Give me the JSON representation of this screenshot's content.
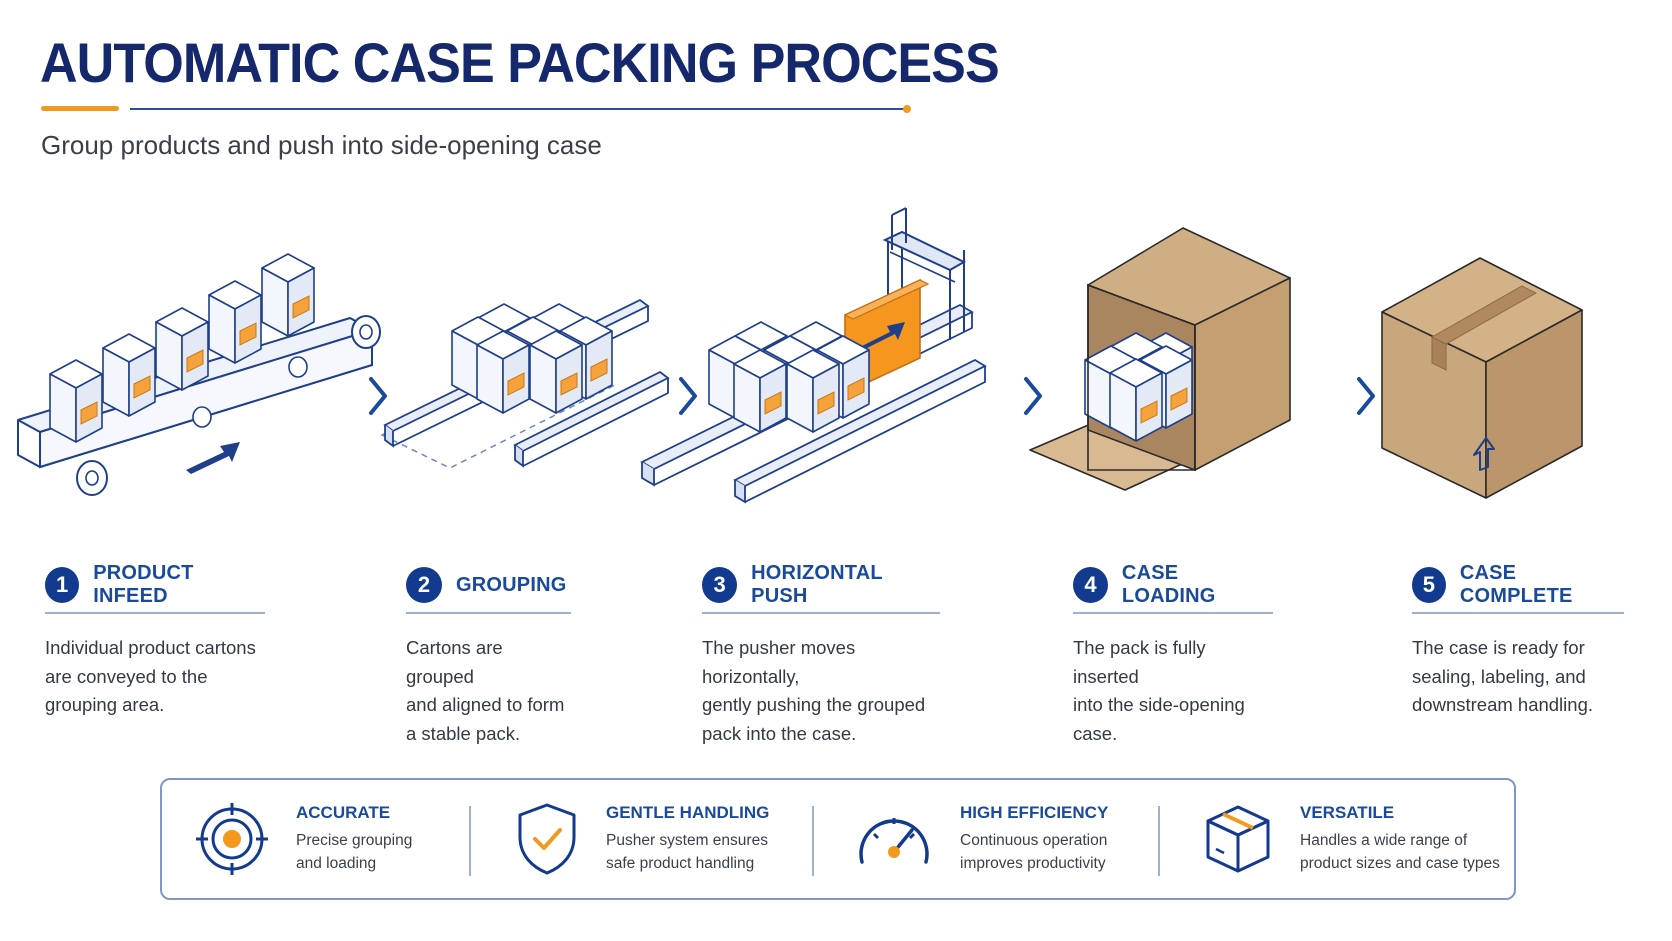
{
  "header": {
    "title": "AUTOMATIC CASE PACKING PROCESS",
    "subtitle": "Group products and push into side-opening case"
  },
  "colors": {
    "navy": "#14286b",
    "accent_blue": "#1a4a9c",
    "orange": "#f39a1e",
    "cardboard": "#c9a77d"
  },
  "steps": [
    {
      "number": "1",
      "title": "PRODUCT INFEED",
      "desc": [
        "Individual product cartons",
        "are conveyed to the",
        "grouping area."
      ]
    },
    {
      "number": "2",
      "title": "GROUPING",
      "desc": [
        "Cartons are grouped",
        "and aligned to form",
        "a stable pack."
      ]
    },
    {
      "number": "3",
      "title": "HORIZONTAL PUSH",
      "desc": [
        "The pusher moves horizontally,",
        "gently pushing the grouped",
        "pack into the case."
      ]
    },
    {
      "number": "4",
      "title": "CASE LOADING",
      "desc": [
        "The pack is fully inserted",
        "into the side-opening",
        "case."
      ]
    },
    {
      "number": "5",
      "title": "CASE COMPLETE",
      "desc": [
        "The case is ready for",
        "sealing, labeling, and",
        "downstream handling."
      ]
    }
  ],
  "features": [
    {
      "title": "ACCURATE",
      "desc": [
        "Precise grouping",
        "and loading"
      ],
      "icon": "target-icon"
    },
    {
      "title": "GENTLE HANDLING",
      "desc": [
        "Pusher system ensures",
        "safe product handling"
      ],
      "icon": "shield-check-icon"
    },
    {
      "title": "HIGH EFFICIENCY",
      "desc": [
        "Continuous operation",
        "improves productivity"
      ],
      "icon": "speedometer-icon"
    },
    {
      "title": "VERSATILE",
      "desc": [
        "Handles a wide range of",
        "product sizes and case types"
      ],
      "icon": "box-icon"
    }
  ]
}
